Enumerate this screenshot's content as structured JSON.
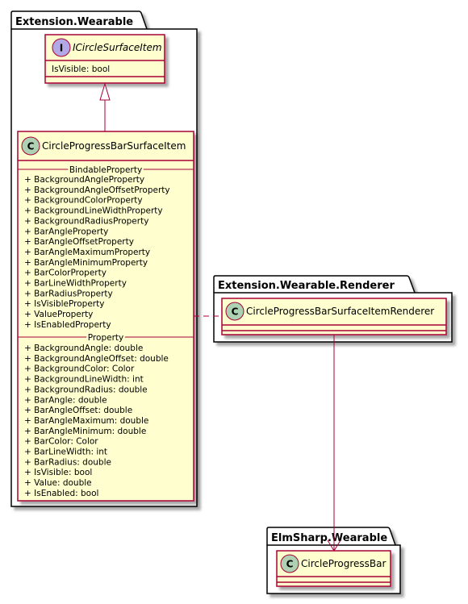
{
  "colors": {
    "class_fill": "#FEFECE",
    "class_border": "#A80036",
    "circle_class": "#ADD1B2",
    "circle_interface": "#B4A7E5",
    "package_border": "#000000"
  },
  "packages": [
    {
      "id": "wearable",
      "title": "Extension.Wearable"
    },
    {
      "id": "renderer",
      "title": "Extension.Wearable.Renderer"
    },
    {
      "id": "elmsharp",
      "title": "ElmSharp.Wearable"
    }
  ],
  "interface": {
    "glyph": "I",
    "name": "ICircleSurfaceItem",
    "members": [
      "IsVisible: bool"
    ]
  },
  "main_class": {
    "glyph": "C",
    "name": "CircleProgressBarSurfaceItem",
    "section1": "BindableProperty",
    "bindable": [
      "+ BackgroundAngleProperty",
      "+ BackgroundAngleOffsetProperty",
      "+ BackgroundColorProperty",
      "+ BackgroundLineWidthProperty",
      "+ BackgroundRadiusProperty",
      "+ BarAngleProperty",
      "+ BarAngleOffsetProperty",
      "+ BarAngleMaximumProperty",
      "+ BarAngleMinimumProperty",
      "+ BarColorProperty",
      "+ BarLineWidthProperty",
      "+ BarRadiusProperty",
      "+ IsVisibleProperty",
      "+ ValueProperty",
      "+ IsEnabledProperty"
    ],
    "section2": "Property",
    "properties": [
      "+ BackgroundAngle: double",
      "+ BackgroundAngleOffset: double",
      "+ BackgroundColor: Color",
      "+ BackgroundLineWidth: int",
      "+ BackgroundRadius: double",
      "+ BarAngle: double",
      "+ BarAngleOffset: double",
      "+ BarAngleMaximum: double",
      "+ BarAngleMinimum: double",
      "+ BarColor: Color",
      "+ BarLineWidth: int",
      "+ BarRadius: double",
      "+ IsVisible: bool",
      "+ Value: double",
      "+ IsEnabled: bool"
    ]
  },
  "renderer_class": {
    "glyph": "C",
    "name": "CircleProgressBarSurfaceItemRenderer"
  },
  "elm_class": {
    "glyph": "C",
    "name": "CircleProgressBar"
  }
}
